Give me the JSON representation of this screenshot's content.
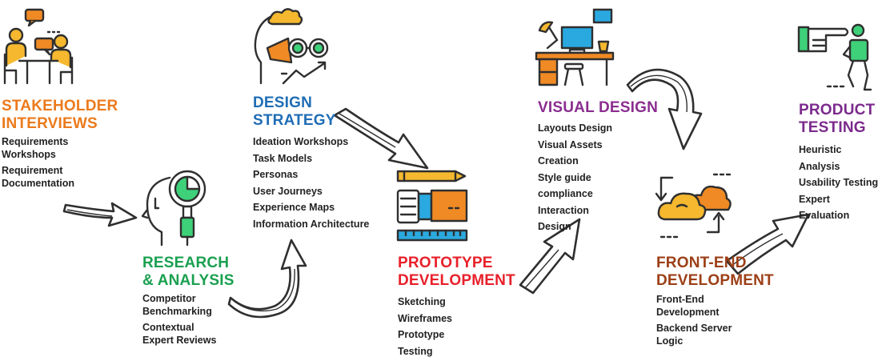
{
  "colors": {
    "stakeholder": "#ec7a1c",
    "research": "#1aa050",
    "design_strategy": "#1f6db5",
    "prototype": "#e8202a",
    "visual_design": "#8a2d8f",
    "frontend": "#9c3f16",
    "testing": "#7b2a8c",
    "outline": "#2f2f2f",
    "accent_yellow": "#f5b82e",
    "accent_green": "#3ed17a",
    "accent_blue": "#2aa9e0",
    "accent_orange": "#f08a24"
  },
  "steps": [
    {
      "id": "stakeholder",
      "title": [
        "STAKEHOLDER",
        "INTERVIEWS"
      ],
      "icon": "meeting-icon",
      "items": [
        [
          "Requirements",
          "Workshops"
        ],
        [
          "Requirement",
          "Documentation"
        ]
      ]
    },
    {
      "id": "research",
      "title": [
        "RESEARCH",
        "& ANALYSIS"
      ],
      "icon": "magnifier-head-icon",
      "items": [
        [
          "Competitor",
          "Benchmarking"
        ],
        [
          "Contextual",
          "Expert Reviews"
        ]
      ]
    },
    {
      "id": "design_strategy",
      "title": [
        "DESIGN",
        "STRATEGY"
      ],
      "icon": "binocular-head-icon",
      "items": [
        [
          "Ideation Workshops"
        ],
        [
          "Task Models"
        ],
        [
          "Personas"
        ],
        [
          "User Journeys"
        ],
        [
          "Experience Maps"
        ],
        [
          "Information Architecture"
        ]
      ]
    },
    {
      "id": "prototype",
      "title": [
        "PROTOTYPE",
        "DEVELOPMENT"
      ],
      "icon": "sketch-tools-icon",
      "items": [
        [
          "Sketching"
        ],
        [
          "Wireframes"
        ],
        [
          "Prototype"
        ],
        [
          "Testing"
        ]
      ]
    },
    {
      "id": "visual_design",
      "title": [
        "VISUAL DESIGN"
      ],
      "icon": "workstation-icon",
      "items": [
        [
          "Layouts Design"
        ],
        [
          "Visual Assets"
        ],
        [
          "Creation"
        ],
        [
          "Style guide"
        ],
        [
          "compliance"
        ],
        [
          "Interaction"
        ],
        [
          "Design"
        ]
      ]
    },
    {
      "id": "frontend",
      "title": [
        "FRONT-END",
        "DEVELOPMENT"
      ],
      "icon": "cloud-sync-icon",
      "items": [
        [
          "Front-End",
          "Development"
        ],
        [
          "Backend Server",
          "Logic"
        ]
      ]
    },
    {
      "id": "testing",
      "title": [
        "PRODUCT",
        "TESTING"
      ],
      "icon": "pointing-hand-icon",
      "items": [
        [
          "Heuristic Analysis"
        ],
        [
          "Usability Testing"
        ],
        [
          "Expert Evaluation"
        ]
      ]
    }
  ]
}
